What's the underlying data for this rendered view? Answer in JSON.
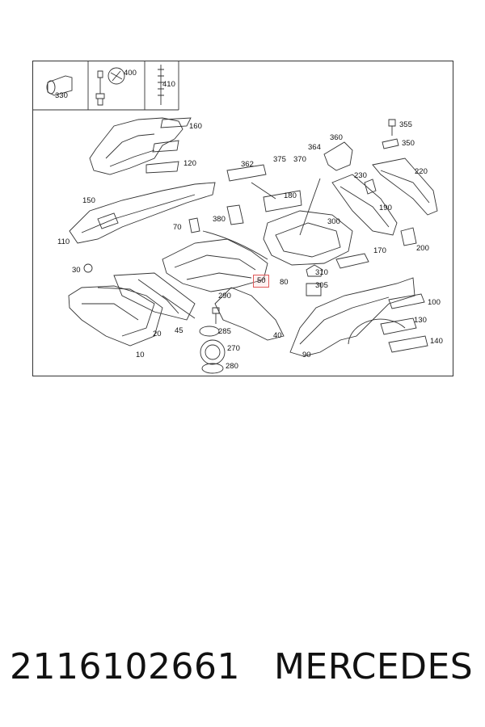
{
  "diagram": {
    "callouts": [
      {
        "id": "c330",
        "label": "330"
      },
      {
        "id": "c400",
        "label": "400"
      },
      {
        "id": "c410",
        "label": "410"
      },
      {
        "id": "c160",
        "label": "160"
      },
      {
        "id": "c120",
        "label": "120"
      },
      {
        "id": "c150",
        "label": "150"
      },
      {
        "id": "c110",
        "label": "110"
      },
      {
        "id": "c30",
        "label": "30"
      },
      {
        "id": "c70",
        "label": "70"
      },
      {
        "id": "c362",
        "label": "362"
      },
      {
        "id": "c375",
        "label": "375"
      },
      {
        "id": "c370",
        "label": "370"
      },
      {
        "id": "c364",
        "label": "364"
      },
      {
        "id": "c360",
        "label": "360"
      },
      {
        "id": "c355",
        "label": "355"
      },
      {
        "id": "c350",
        "label": "350"
      },
      {
        "id": "c220",
        "label": "220"
      },
      {
        "id": "c230",
        "label": "230"
      },
      {
        "id": "c180",
        "label": "180"
      },
      {
        "id": "c380",
        "label": "380"
      },
      {
        "id": "c300",
        "label": "300"
      },
      {
        "id": "c190",
        "label": "190"
      },
      {
        "id": "c200",
        "label": "200"
      },
      {
        "id": "c170",
        "label": "170"
      },
      {
        "id": "c310",
        "label": "310"
      },
      {
        "id": "c305",
        "label": "305"
      },
      {
        "id": "c50",
        "label": "50"
      },
      {
        "id": "c80",
        "label": "80"
      },
      {
        "id": "c100",
        "label": "100"
      },
      {
        "id": "c130",
        "label": "130"
      },
      {
        "id": "c140",
        "label": "140"
      },
      {
        "id": "c290",
        "label": "290"
      },
      {
        "id": "c285",
        "label": "285"
      },
      {
        "id": "c270",
        "label": "270"
      },
      {
        "id": "c280",
        "label": "280"
      },
      {
        "id": "c20",
        "label": "20"
      },
      {
        "id": "c45",
        "label": "45"
      },
      {
        "id": "c40",
        "label": "40"
      },
      {
        "id": "c10",
        "label": "10"
      },
      {
        "id": "c90",
        "label": "90"
      }
    ],
    "highlighted": "50"
  },
  "footer": {
    "part_number": "2116102661",
    "brand": "MERCEDES"
  },
  "colors": {
    "line": "#333333",
    "highlight": "#e05a5a"
  }
}
